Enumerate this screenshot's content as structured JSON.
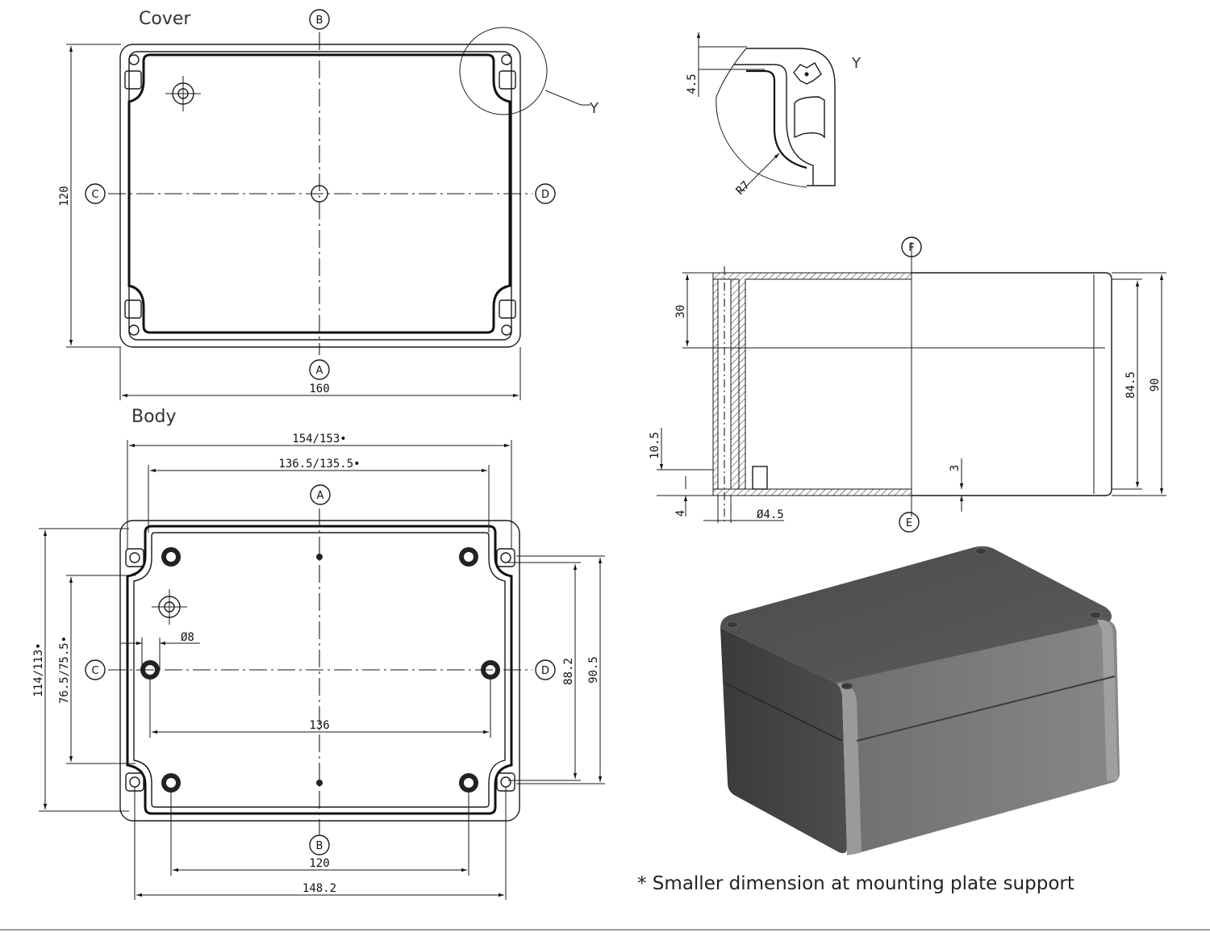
{
  "views": {
    "cover_title": "Cover",
    "body_title": "Body"
  },
  "markers": {
    "A": "A",
    "B": "B",
    "C": "C",
    "D": "D",
    "E": "E",
    "F": "F",
    "Y": "Y"
  },
  "cover": {
    "height": "120",
    "width": "160"
  },
  "detail": {
    "offset": "4.5",
    "radius": "R7"
  },
  "section": {
    "lid_height": "30",
    "bottom_offset": "10.5",
    "base": "4",
    "hole": "Ø4.5",
    "floor": "3",
    "inner_height": "84.5",
    "total_height": "90"
  },
  "body": {
    "outer_width": "154/153•",
    "inner_width": "136.5/135.5•",
    "outer_height": "114/113•",
    "inner_height": "76.5/75.5•",
    "hole": "Ø8",
    "boss_spacing_x": "136",
    "hole_spacing_y": "88.2",
    "bolt_spacing_y": "90.5",
    "hole_spacing_x": "120",
    "bolt_spacing_x": "148.2"
  },
  "footnote": "* Smaller dimension at mounting plate support"
}
